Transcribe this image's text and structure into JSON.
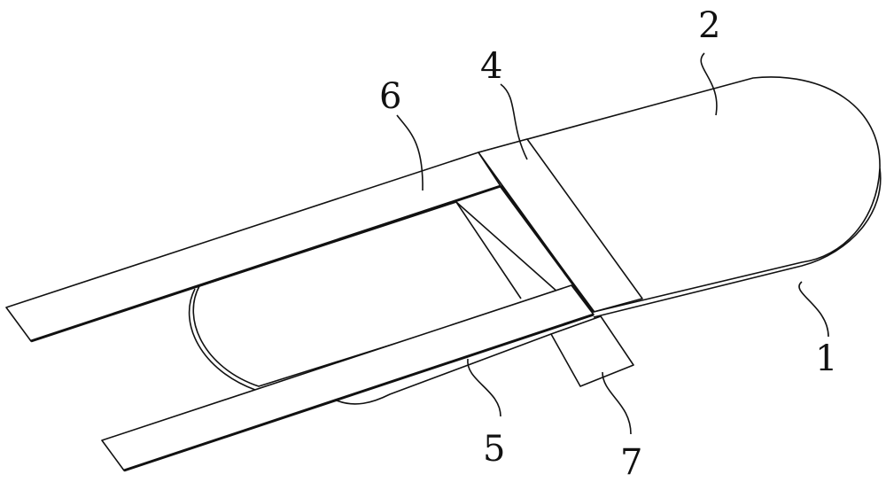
{
  "figure": {
    "labels": {
      "part1": "1",
      "part2": "2",
      "part4": "4",
      "part5": "5",
      "part6": "6",
      "part7": "7"
    },
    "line_color": "#111111"
  }
}
